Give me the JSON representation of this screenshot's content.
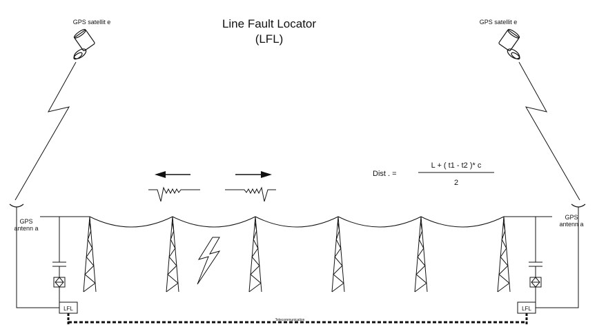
{
  "title": {
    "line1": "Line Fault Locator",
    "line2": "(LFL)"
  },
  "satellites": {
    "left_label": "GPS satellit  e",
    "right_label": "GPS satellit  e"
  },
  "antennas": {
    "left": {
      "line1": "GPS",
      "line2": "antenn  a"
    },
    "right": {
      "line1": "GPS",
      "line2": "antenn  a"
    }
  },
  "formula": {
    "lhs": "Dist . =",
    "numerator": "L + (  t1   -  t2  )*  c",
    "denominator": "2"
  },
  "lfl_boxes": {
    "left": "LFL",
    "right": "LFL"
  },
  "telecom_label": "Telecommunication",
  "colors": {
    "ink": "#111111",
    "background": "#ffffff"
  }
}
